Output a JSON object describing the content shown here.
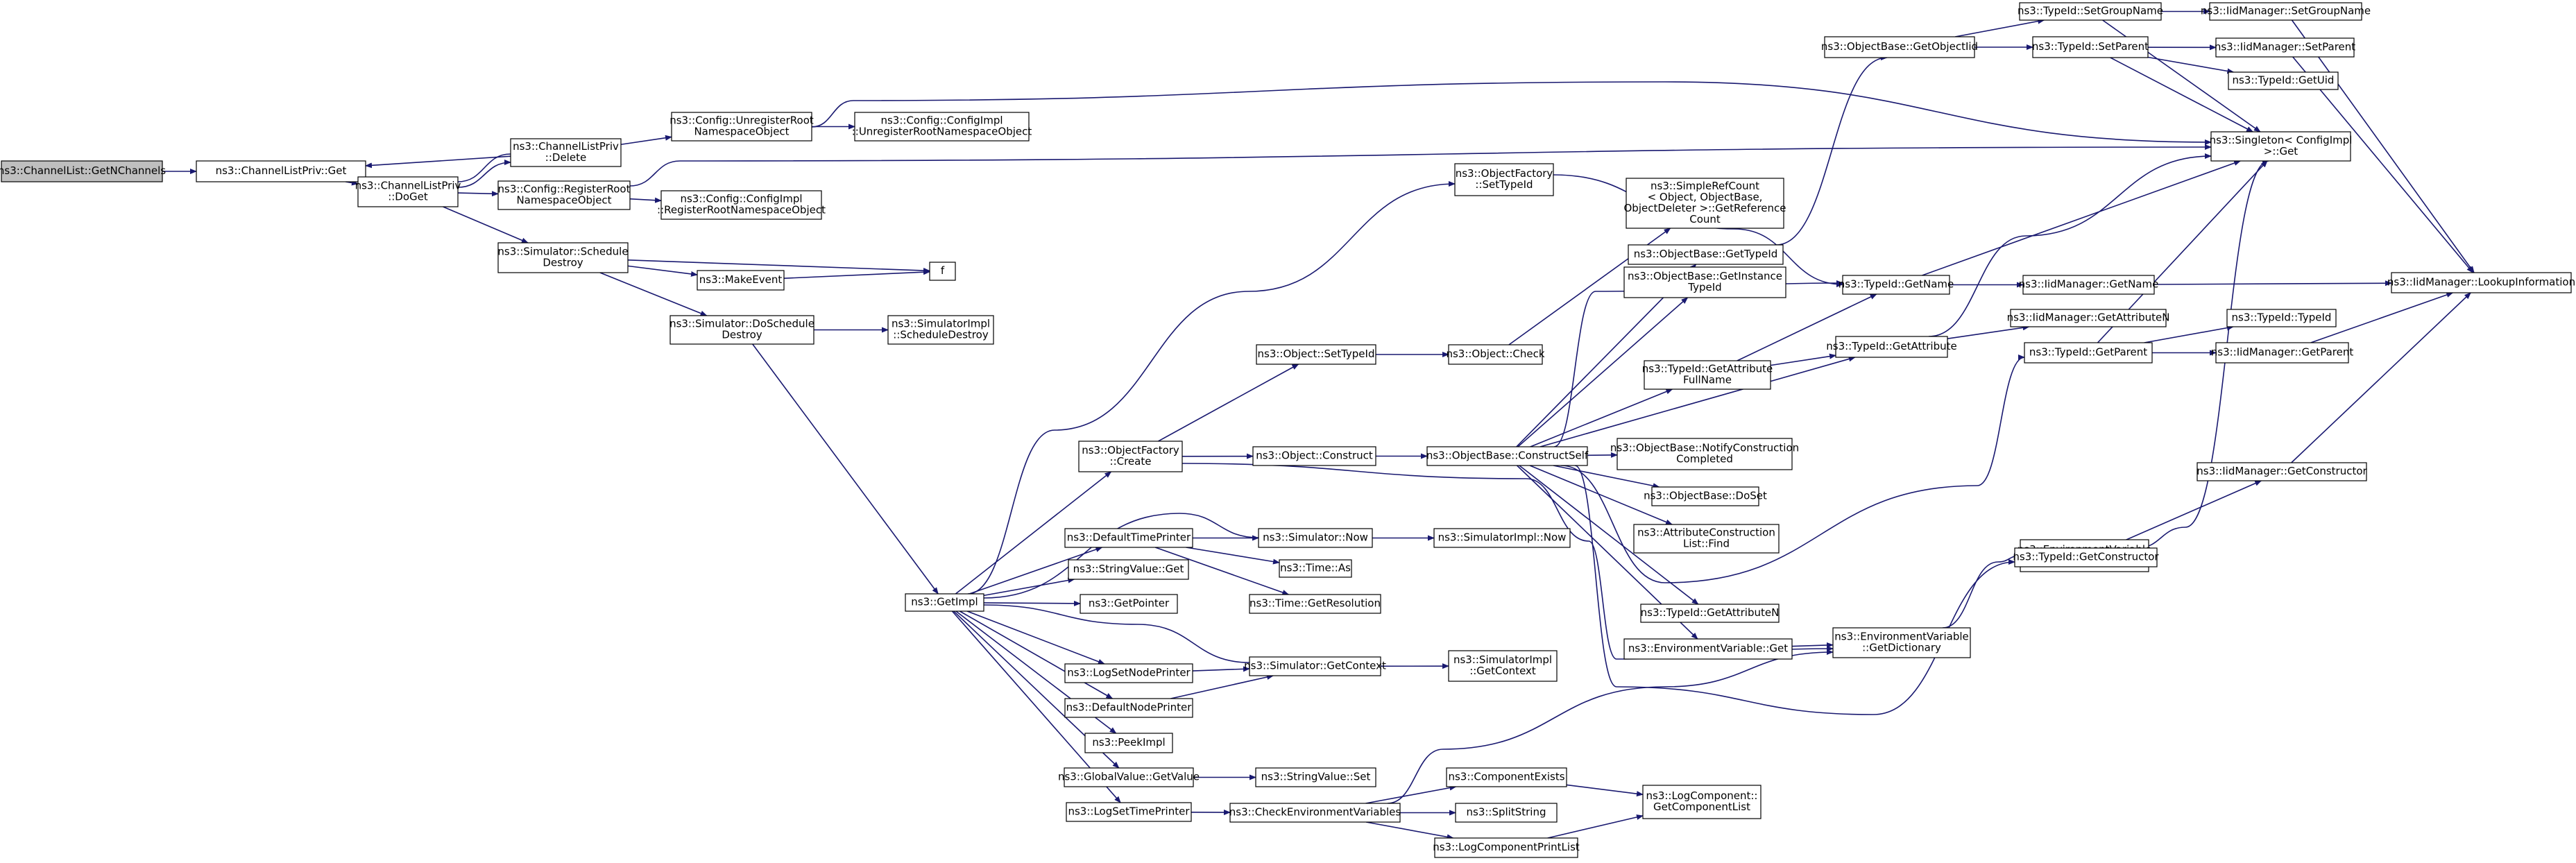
{
  "graph": {
    "nodes": [
      {
        "id": "root",
        "lines": [
          "ns3::ChannelList::GetNChannels"
        ],
        "root": true
      },
      {
        "id": "clp_get",
        "lines": [
          "ns3::ChannelListPriv::Get"
        ]
      },
      {
        "id": "clp_doget",
        "lines": [
          "ns3::ChannelListPriv",
          "::DoGet"
        ]
      },
      {
        "id": "clp_delete",
        "lines": [
          "ns3::ChannelListPriv",
          "::Delete"
        ]
      },
      {
        "id": "cfg_unreg",
        "lines": [
          "ns3::Config::UnregisterRoot",
          "NamespaceObject"
        ]
      },
      {
        "id": "cfgimpl_unreg",
        "lines": [
          "ns3::Config::ConfigImpl",
          "::UnregisterRootNamespaceObject"
        ]
      },
      {
        "id": "cfg_reg",
        "lines": [
          "ns3::Config::RegisterRoot",
          "NamespaceObject"
        ]
      },
      {
        "id": "cfgimpl_reg",
        "lines": [
          "ns3::Config::ConfigImpl",
          "::RegisterRootNamespaceObject"
        ]
      },
      {
        "id": "sim_schedule_destroy",
        "lines": [
          "ns3::Simulator::Schedule",
          "Destroy"
        ]
      },
      {
        "id": "f",
        "lines": [
          "f"
        ]
      },
      {
        "id": "make_event",
        "lines": [
          "ns3::MakeEvent"
        ]
      },
      {
        "id": "sim_doschedule",
        "lines": [
          "ns3::Simulator::DoSchedule",
          "Destroy"
        ]
      },
      {
        "id": "simimpl_schedule",
        "lines": [
          "ns3::SimulatorImpl",
          "::ScheduleDestroy"
        ]
      },
      {
        "id": "getimpl",
        "lines": [
          "ns3::GetImpl"
        ]
      },
      {
        "id": "of_create",
        "lines": [
          "ns3::ObjectFactory",
          "::Create"
        ]
      },
      {
        "id": "of_settypeid",
        "lines": [
          "ns3::ObjectFactory",
          "::SetTypeId"
        ]
      },
      {
        "id": "obj_settypeid",
        "lines": [
          "ns3::Object::SetTypeId"
        ]
      },
      {
        "id": "obj_check",
        "lines": [
          "ns3::Object::Check"
        ]
      },
      {
        "id": "obj_construct",
        "lines": [
          "ns3::Object::Construct"
        ]
      },
      {
        "id": "ob_constructself",
        "lines": [
          "ns3::ObjectBase::ConstructSelf"
        ]
      },
      {
        "id": "srf_getref",
        "lines": [
          "ns3::SimpleRefCount",
          "< Object, ObjectBase,",
          "ObjectDeleter >::GetReference",
          "Count"
        ]
      },
      {
        "id": "ob_gettypeid",
        "lines": [
          "ns3::ObjectBase::GetTypeId"
        ]
      },
      {
        "id": "ob_getinstance",
        "lines": [
          "ns3::ObjectBase::GetInstance",
          "TypeId"
        ]
      },
      {
        "id": "tid_getattrfull",
        "lines": [
          "ns3::TypeId::GetAttribute",
          "FullName"
        ]
      },
      {
        "id": "ob_notify",
        "lines": [
          "ns3::ObjectBase::NotifyConstruction",
          "Completed"
        ]
      },
      {
        "id": "ob_doset",
        "lines": [
          "ns3::ObjectBase::DoSet"
        ]
      },
      {
        "id": "acl_find",
        "lines": [
          "ns3::AttributeConstruction",
          "List::Find"
        ]
      },
      {
        "id": "tid_getattrn",
        "lines": [
          "ns3::TypeId::GetAttributeN"
        ]
      },
      {
        "id": "envvar_get",
        "lines": [
          "ns3::EnvironmentVariable::Get"
        ]
      },
      {
        "id": "envvar_getdict",
        "lines": [
          "ns3::EnvironmentVariable",
          "::GetDictionary"
        ]
      },
      {
        "id": "envvar_instance",
        "lines": [
          "ns3::EnvironmentVariable",
          "::Instance"
        ]
      },
      {
        "id": "ob_getobjectiid",
        "lines": [
          "ns3::ObjectBase::GetObjectIid"
        ]
      },
      {
        "id": "tid_setgroupname",
        "lines": [
          "ns3::TypeId::SetGroupName"
        ]
      },
      {
        "id": "tid_setparent",
        "lines": [
          "ns3::TypeId::SetParent"
        ]
      },
      {
        "id": "iid_setgroupname",
        "lines": [
          "ns3::IidManager::SetGroupName"
        ]
      },
      {
        "id": "iid_setparent",
        "lines": [
          "ns3::IidManager::SetParent"
        ]
      },
      {
        "id": "tid_getuid",
        "lines": [
          "ns3::TypeId::GetUid"
        ]
      },
      {
        "id": "singleton_get",
        "lines": [
          "ns3::Singleton< ConfigImpl",
          " >::Get"
        ]
      },
      {
        "id": "tid_getname",
        "lines": [
          "ns3::TypeId::GetName"
        ]
      },
      {
        "id": "iid_getname",
        "lines": [
          "ns3::IidManager::GetName"
        ]
      },
      {
        "id": "iid_lookup",
        "lines": [
          "ns3::IidManager::LookupInformation"
        ]
      },
      {
        "id": "tid_getattribute",
        "lines": [
          "ns3::TypeId::GetAttribute"
        ]
      },
      {
        "id": "iid_getattrn",
        "lines": [
          "ns3::IidManager::GetAttributeN"
        ]
      },
      {
        "id": "tid_getparent",
        "lines": [
          "ns3::TypeId::GetParent"
        ]
      },
      {
        "id": "tid_typeid",
        "lines": [
          "ns3::TypeId::TypeId"
        ]
      },
      {
        "id": "iid_getparent",
        "lines": [
          "ns3::IidManager::GetParent"
        ]
      },
      {
        "id": "tid_getconstructor",
        "lines": [
          "ns3::TypeId::GetConstructor"
        ]
      },
      {
        "id": "iid_getconstructor",
        "lines": [
          "ns3::IidManager::GetConstructor"
        ]
      },
      {
        "id": "dtp",
        "lines": [
          "ns3::DefaultTimePrinter"
        ]
      },
      {
        "id": "sim_now",
        "lines": [
          "ns3::Simulator::Now"
        ]
      },
      {
        "id": "simimpl_now",
        "lines": [
          "ns3::SimulatorImpl::Now"
        ]
      },
      {
        "id": "time_as",
        "lines": [
          "ns3::Time::As"
        ]
      },
      {
        "id": "time_getres",
        "lines": [
          "ns3::Time::GetResolution"
        ]
      },
      {
        "id": "stringvalue_get",
        "lines": [
          "ns3::StringValue::Get"
        ]
      },
      {
        "id": "getpointer",
        "lines": [
          "ns3::GetPointer"
        ]
      },
      {
        "id": "logsetnodeprinter",
        "lines": [
          "ns3::LogSetNodePrinter"
        ]
      },
      {
        "id": "sim_getcontext",
        "lines": [
          "ns3::Simulator::GetContext"
        ]
      },
      {
        "id": "simimpl_getcontext",
        "lines": [
          "ns3::SimulatorImpl",
          "::GetContext"
        ]
      },
      {
        "id": "defaultnodeprinter",
        "lines": [
          "ns3::DefaultNodePrinter"
        ]
      },
      {
        "id": "peekimpl",
        "lines": [
          "ns3::PeekImpl"
        ]
      },
      {
        "id": "gv_getvalue",
        "lines": [
          "ns3::GlobalValue::GetValue"
        ]
      },
      {
        "id": "stringvalue_set",
        "lines": [
          "ns3::StringValue::Set"
        ]
      },
      {
        "id": "logsettimeprinter",
        "lines": [
          "ns3::LogSetTimePrinter"
        ]
      },
      {
        "id": "checkenv",
        "lines": [
          "ns3::CheckEnvironmentVariables"
        ]
      },
      {
        "id": "componentexists",
        "lines": [
          "ns3::ComponentExists"
        ]
      },
      {
        "id": "splitstring",
        "lines": [
          "ns3::SplitString"
        ]
      },
      {
        "id": "logcomponentprintlist",
        "lines": [
          "ns3::LogComponentPrintList"
        ]
      },
      {
        "id": "logcomp_getlist",
        "lines": [
          "ns3::LogComponent::",
          "GetComponentList"
        ]
      }
    ]
  }
}
